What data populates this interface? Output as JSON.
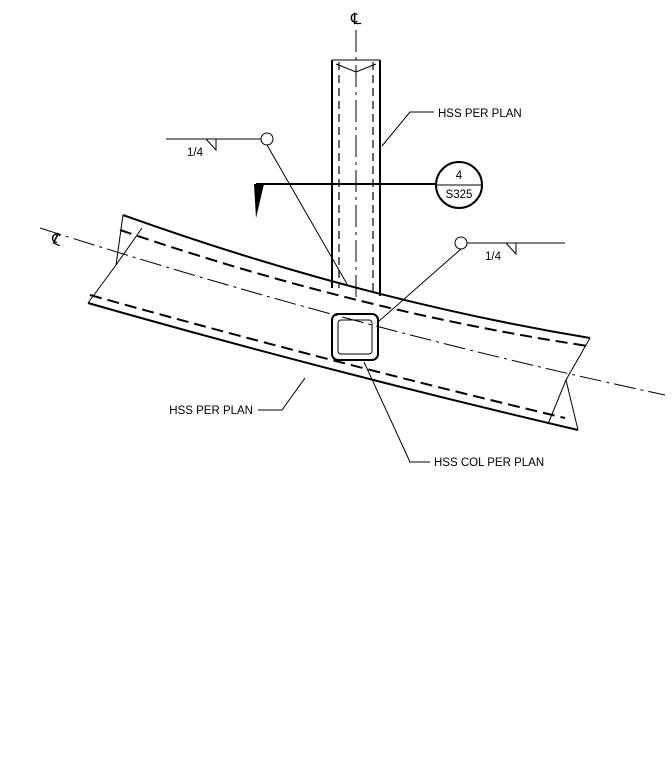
{
  "drawing": {
    "centerline_symbol": "℄",
    "labels": {
      "hss_top": "HSS PER PLAN",
      "hss_bottom": "HSS PER PLAN",
      "hss_col": "HSS COL PER PLAN"
    },
    "welds": {
      "weld_left": "1/4",
      "weld_right": "1/4"
    },
    "section_callout": {
      "number": "4",
      "sheet": "S325"
    }
  }
}
